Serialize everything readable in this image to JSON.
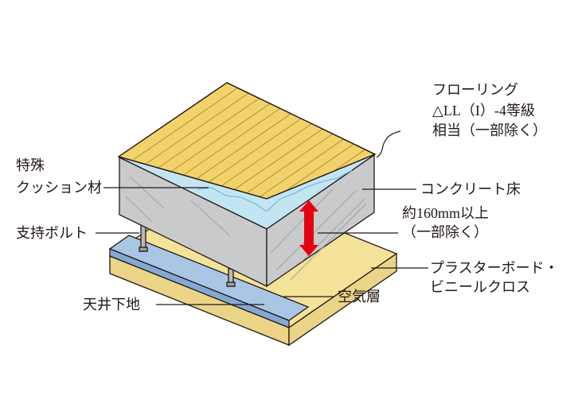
{
  "labels": {
    "flooring": {
      "line1": "フローリング",
      "line2": "△LL（I）-4等級",
      "line3": "相当（一部除く）"
    },
    "cushion": {
      "line1": "特殊",
      "line2": "クッション材"
    },
    "concrete": "コンクリート床",
    "thickness": {
      "line1": "約160mm以上",
      "line2": "（一部除く）"
    },
    "support_bolt": "支持ボルト",
    "ceiling_base": "天井下地",
    "air_layer": "空気層",
    "plasterboard": {
      "line1": "プラスターボード・",
      "line2": "ビニールクロス"
    }
  },
  "colors": {
    "flooring": "#F2D36B",
    "flooring_stripe": "#B28E38",
    "cushion": "#C3E5F2",
    "cushion_zigzag": "#79BBDA",
    "concrete": "#C9CACC",
    "concrete_hatch": "#9FA1A3",
    "arrow": "#E50012",
    "board_top": "#F4E298",
    "board_side": "#EAD488",
    "ceiling_base_top": "#A9C6E4",
    "ceiling_base_side": "#84A8D4",
    "bolt": "#B9BABC",
    "outline": "#231815"
  }
}
